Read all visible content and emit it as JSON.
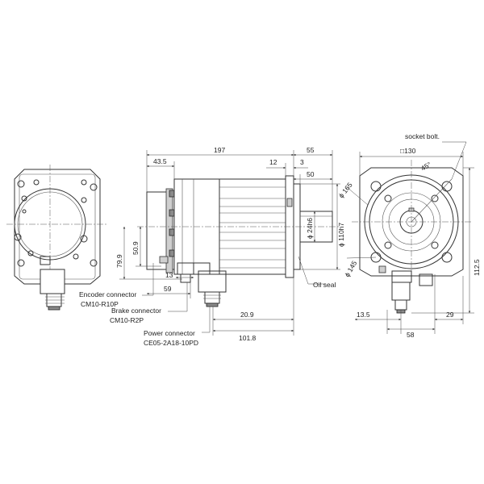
{
  "labels": {
    "socket_bolt": "socket bolt.",
    "oil_seal": "Oil seal",
    "encoder_connector": "Encoder connector",
    "encoder_model": "CM10-R10P",
    "brake_connector": "Brake connector",
    "brake_model": "CM10-R2P",
    "power_connector": "Power connector",
    "power_model": "CE05-2A18-10PD"
  },
  "dims": {
    "d197": "197",
    "d55": "55",
    "d43_5": "43.5",
    "d12": "12",
    "d3": "3",
    "d50": "50",
    "d13": "13",
    "d59": "59",
    "d20_9": "20.9",
    "d101_8": "101.8",
    "d79_9": "79.9",
    "d50_9": "50.9",
    "shaft": "ϕ 24h6",
    "spigot": "ϕ 110h7",
    "pcd": "ϕ 145",
    "flange_dia": "ϕ 165",
    "square": "□130",
    "angle": "45°",
    "d112_5": "112.5",
    "d13_5": "13.5",
    "d58": "58",
    "d29": "29"
  },
  "colors": {
    "line": "#333333",
    "hatch": "#8a8a8a",
    "shade": "#cfcfcf"
  }
}
